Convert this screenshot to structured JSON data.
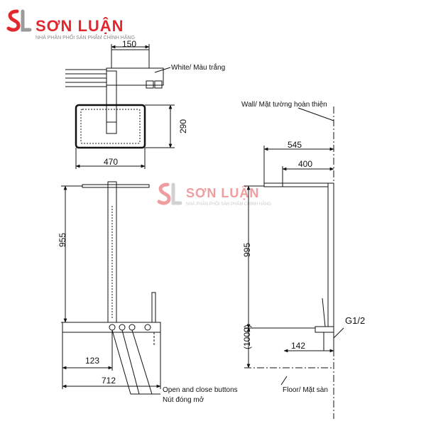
{
  "brand": {
    "name": "SƠN LUẬN",
    "tagline": "NHÀ PHÂN PHỐI SẢN PHẨM CHÍNH HÃNG",
    "accent_color": "#e0282e",
    "icon": "sl-monogram-logo"
  },
  "watermark": {
    "name": "SƠN LUẬN",
    "tagline": "NHÀ PHÂN PHỐI SẢN PHẨM CHÍNH HÃNG"
  },
  "top_view": {
    "dim_width_top": "150",
    "label_white": "White/ Màu trắng",
    "dim_head_height": "290",
    "dim_head_width": "470"
  },
  "front_view": {
    "dim_height": "955",
    "dim_offset": "123",
    "dim_total_width": "712",
    "label_buttons": "Open and close buttons",
    "label_buttons_vi": "Nút đóng mở"
  },
  "side_view": {
    "label_wall": "Wall/ Mặt tường hoàn thiện",
    "dim_arm_outer": "545",
    "dim_arm_inner": "400",
    "dim_height": "995",
    "label_thread": "G1/2",
    "dim_inlet": "142",
    "dim_floor_height": "(1000)",
    "label_floor": "Floor/ Mặt sàn"
  }
}
